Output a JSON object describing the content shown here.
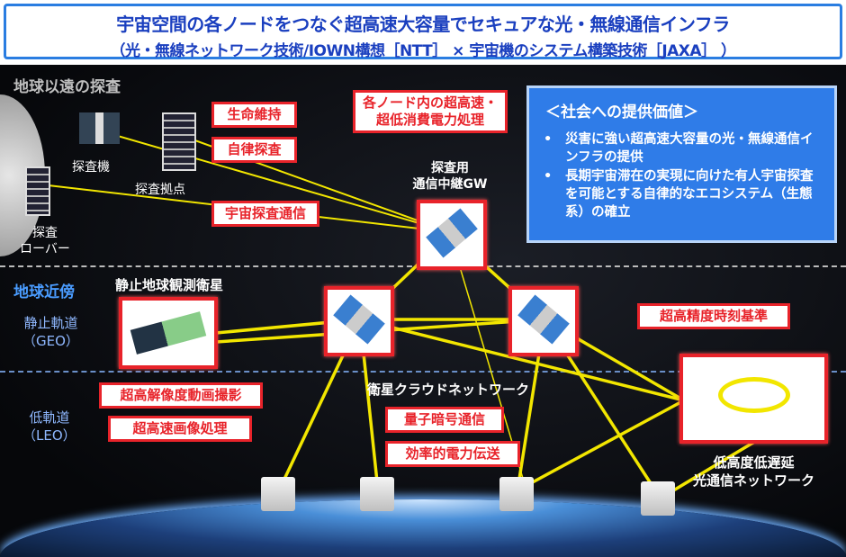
{
  "title": {
    "line1": "宇宙空間の各ノードをつなぐ超高速大容量でセキュアな光・無線通信インフラ",
    "line2": "（光・無線ネットワーク技術/IOWN構想［NTT］ × 宇宙機のシステム構築技術［JAXA］ ）"
  },
  "deep_space": {
    "heading": "地球以遠の探査",
    "probe": "探査機",
    "base": "探査拠点",
    "rover": [
      "探査",
      "ローバー"
    ],
    "life_support": "生命維持",
    "autonomous": "自律探査",
    "comm": "宇宙探査通信",
    "processing": [
      "各ノード内の超高速・",
      "超低消費電力処理"
    ],
    "gw": [
      "探査用",
      "通信中継GW"
    ]
  },
  "value_box": {
    "heading": "＜社会への提供価値＞",
    "items": [
      "災害に強い超高速大容量の光・無線通信インフラの提供",
      "長期宇宙滞在の実現に向けた有人宇宙探査を可能とする自律的なエコシステム（生態系）の確立"
    ]
  },
  "near_earth": {
    "heading": "地球近傍",
    "geo_sat": "静止地球観測衛星",
    "geo": [
      "静止軌道",
      "（GEO）"
    ],
    "leo": [
      "低軌道",
      "（LEO）"
    ],
    "timing": "超高精度時刻基準",
    "video": "超高解像度動画撮影",
    "image": "超高速画像処理",
    "cloud": "衛星クラウドネットワーク",
    "quantum": "量子暗号通信",
    "power": "効率的電力伝送",
    "optical": [
      "低高度低遅延",
      "光通信ネットワーク"
    ]
  },
  "colors": {
    "accent": "#e8232a",
    "blue": "#2f7ce8",
    "link": "#f2e600"
  }
}
